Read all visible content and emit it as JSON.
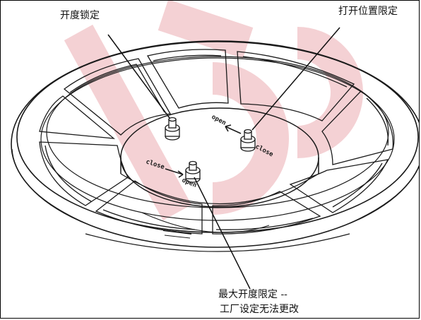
{
  "callouts": {
    "open_lock": "开度锁定",
    "open_limit": "打开位置限定",
    "max_limit_line1": "最大开度限定 --",
    "max_limit_line2": "工厂设定无法更改"
  },
  "hub_marks": {
    "open_top": "open",
    "close_right": "close",
    "close_left": "close",
    "open_bottom": "open"
  },
  "colors": {
    "line": "#1a1a1a",
    "watermark": "#f2c9cc",
    "background": "#ffffff"
  }
}
